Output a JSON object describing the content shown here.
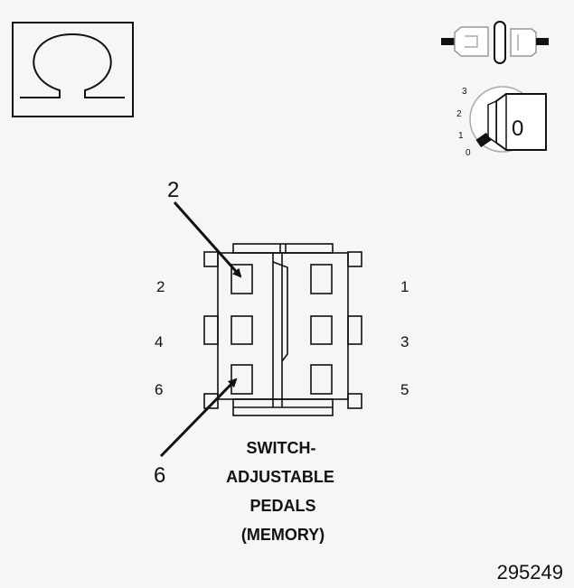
{
  "icons": {
    "ohmmeter": "omega-icon",
    "connector": "disconnected-connector-icon",
    "ignition": "ignition-key-icon"
  },
  "ignition": {
    "positions": [
      "3",
      "2",
      "1",
      "0"
    ],
    "key_label": "0"
  },
  "connector": {
    "pins_left": [
      "2",
      "4",
      "6"
    ],
    "pins_right": [
      "1",
      "3",
      "5"
    ]
  },
  "callouts": [
    "2",
    "6"
  ],
  "caption": {
    "lines": [
      "SWITCH-",
      "ADJUSTABLE",
      "PEDALS",
      "(MEMORY)"
    ]
  },
  "reference_number": "295249"
}
